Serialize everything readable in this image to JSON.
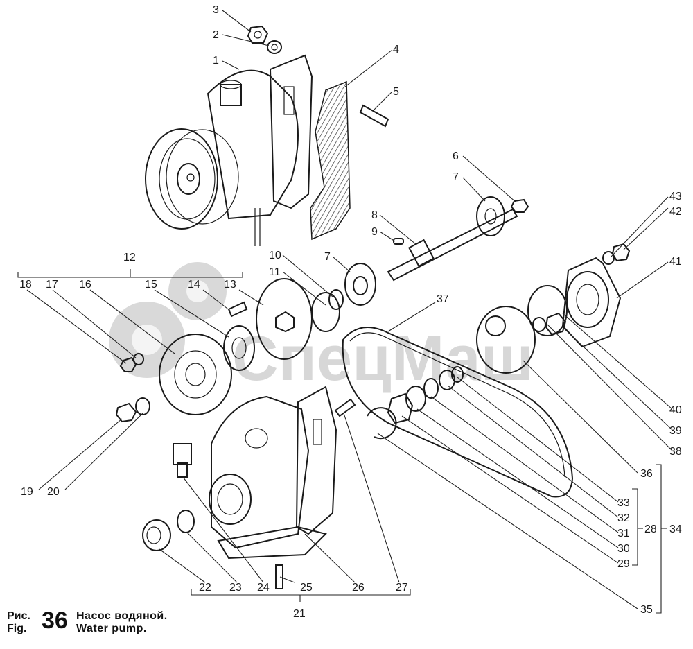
{
  "figure": {
    "label_ru": "Рис.",
    "label_en": "Fig.",
    "number": "36",
    "title_ru": "Насос водяной.",
    "title_en": "Water pump."
  },
  "watermark": {
    "text": "СпецМаш"
  },
  "callouts": [
    "1",
    "2",
    "3",
    "4",
    "5",
    "6",
    "7",
    "7",
    "8",
    "9",
    "10",
    "11",
    "12",
    "13",
    "14",
    "15",
    "16",
    "17",
    "18",
    "19",
    "20",
    "21",
    "22",
    "23",
    "24",
    "25",
    "26",
    "27",
    "28",
    "29",
    "30",
    "31",
    "32",
    "33",
    "34",
    "35",
    "36",
    "37",
    "38",
    "39",
    "40",
    "41",
    "42",
    "43"
  ]
}
